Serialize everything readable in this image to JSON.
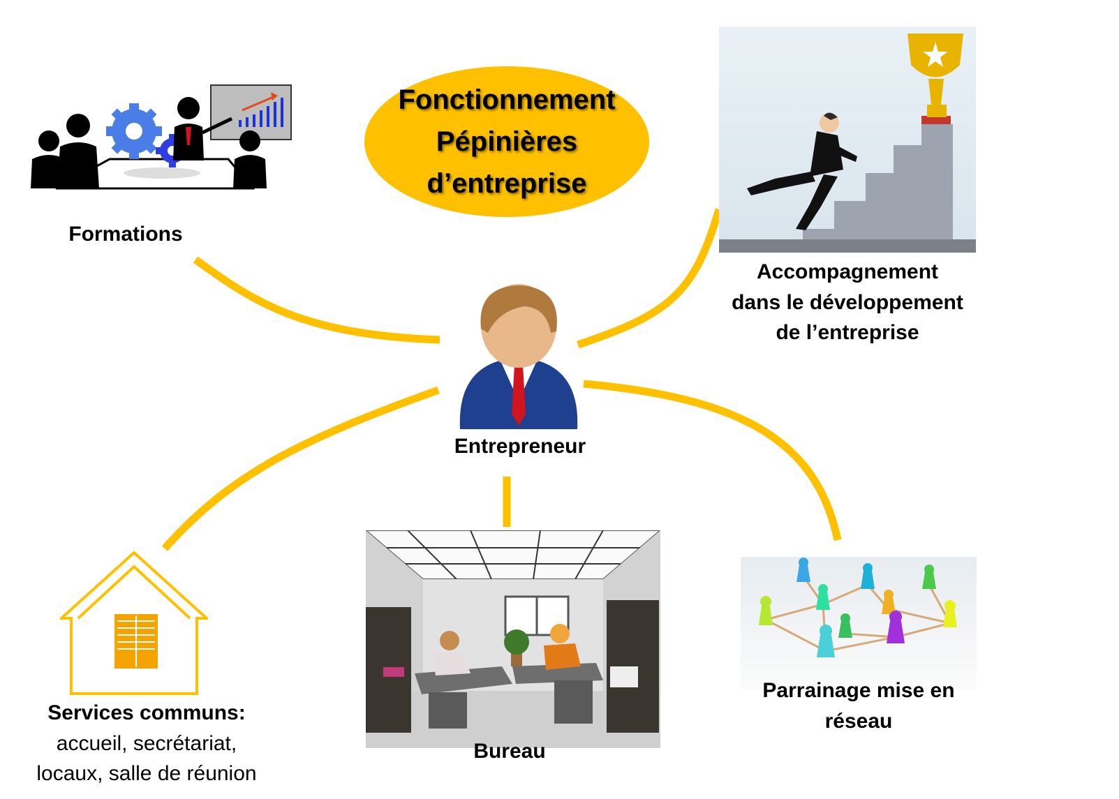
{
  "title": {
    "lines": [
      "Fonctionnement",
      "Pépinières",
      "d’entreprise"
    ]
  },
  "center": {
    "label": "Entrepreneur"
  },
  "nodes": {
    "formations": {
      "label": "Formations"
    },
    "accompagnement": {
      "lines": [
        "Accompagnement",
        "dans le développement",
        "de l’entreprise"
      ]
    },
    "services": {
      "heading": "Services communs:",
      "lines": [
        "accueil, secrétariat,",
        "locaux, salle de réunion"
      ]
    },
    "bureau": {
      "label": "Bureau"
    },
    "parrainage": {
      "lines": [
        "Parrainage mise en",
        "réseau"
      ]
    }
  },
  "colors": {
    "connector": "#FFC000",
    "title_fill": "#FFC000",
    "suit": "#1F3F8F",
    "tie": "#D0151E",
    "skin": "#E8B88A",
    "hair": "#B07A3E",
    "house_outline": "#FFC000",
    "shutter": "#F5A300",
    "stairs": "#9DA4B0",
    "trophy": "#E8B400"
  },
  "icons": {
    "formations": "meeting-presentation-icon",
    "accompagnement": "stairs-trophy-icon",
    "center": "businessman-avatar-icon",
    "services": "house-icon",
    "bureau": "office-illustration",
    "parrainage": "network-pawns-icon"
  }
}
